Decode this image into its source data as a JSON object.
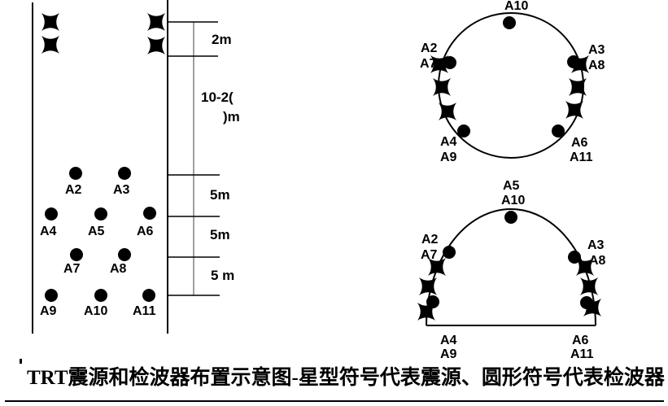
{
  "caption": "TRT震源和检波器布置示意图-星型符号代表震源、圆形符号代表检波器",
  "colors": {
    "ink": "#000000",
    "ruler_line": "#808080",
    "background": "#ffffff"
  },
  "left_diagram": {
    "geophones": {
      "a2": "A2",
      "a3": "A3",
      "a4": "A4",
      "a5": "A5",
      "a6": "A6",
      "a7": "A7",
      "a8": "A8",
      "a9": "A9",
      "a10": "A10",
      "a11": "A11"
    },
    "ruler": {
      "seg_2m": "2m",
      "seg_range_line1": "10-2(",
      "seg_range_line2": ")m",
      "seg_5m_1": "5m",
      "seg_5m_2": "5m",
      "seg_5m_3": "5 m"
    }
  },
  "circle_diagram": {
    "labels": {
      "top": "A10",
      "upper_left_1": "A2",
      "upper_left_2": "A7",
      "upper_right_1": "A3",
      "upper_right_2": "A8",
      "lower_left_1": "A4",
      "lower_left_2": "A9",
      "lower_right_1": "A6",
      "lower_right_2": "A11"
    }
  },
  "arch_diagram": {
    "labels": {
      "top_1": "A5",
      "top_2": "A10",
      "upper_left_1": "A2",
      "upper_left_2": "A7",
      "upper_right_1": "A3",
      "upper_right_2": "A8",
      "bottom_left_1": "A4",
      "bottom_left_2": "A9",
      "bottom_right_1": "A6",
      "bottom_right_2": "A11"
    }
  }
}
